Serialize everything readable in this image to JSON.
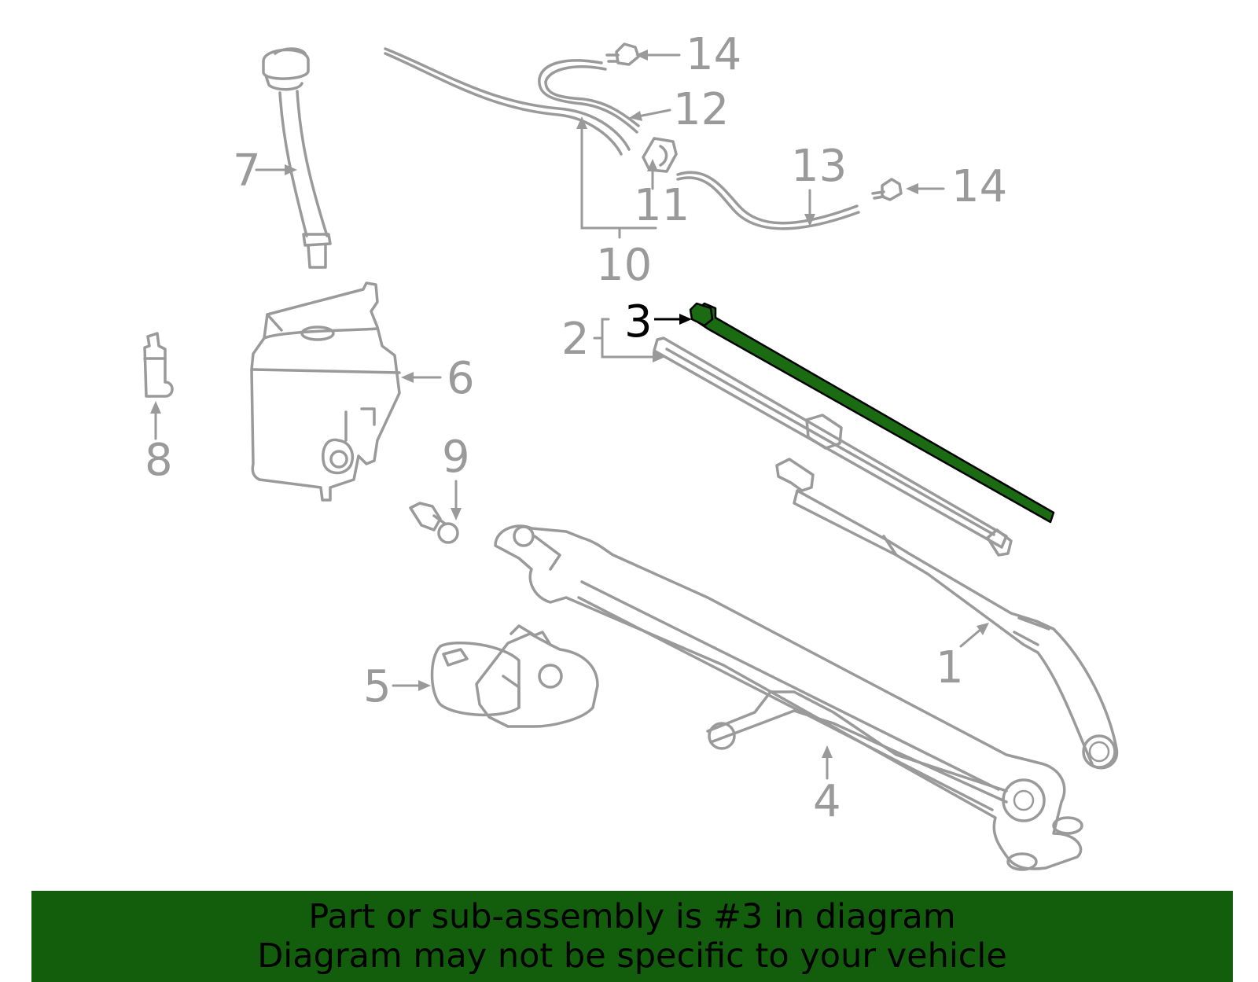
{
  "diagram": {
    "highlighted_part": "3",
    "callouts": {
      "c1": "1",
      "c2": "2",
      "c3": "3",
      "c4": "4",
      "c5": "5",
      "c6": "6",
      "c7": "7",
      "c8": "8",
      "c9": "9",
      "c10": "10",
      "c11": "11",
      "c12": "12",
      "c13": "13",
      "c14a": "14",
      "c14b": "14"
    }
  },
  "banner": {
    "line1": "Part or sub-assembly is #3 in diagram",
    "line2": "Diagram may not be specific to your vehicle"
  },
  "colors": {
    "line_art": "#9a9a9a",
    "highlight": "#1a6b12",
    "banner_bg": "#135e0c",
    "active_callout": "#000000"
  }
}
